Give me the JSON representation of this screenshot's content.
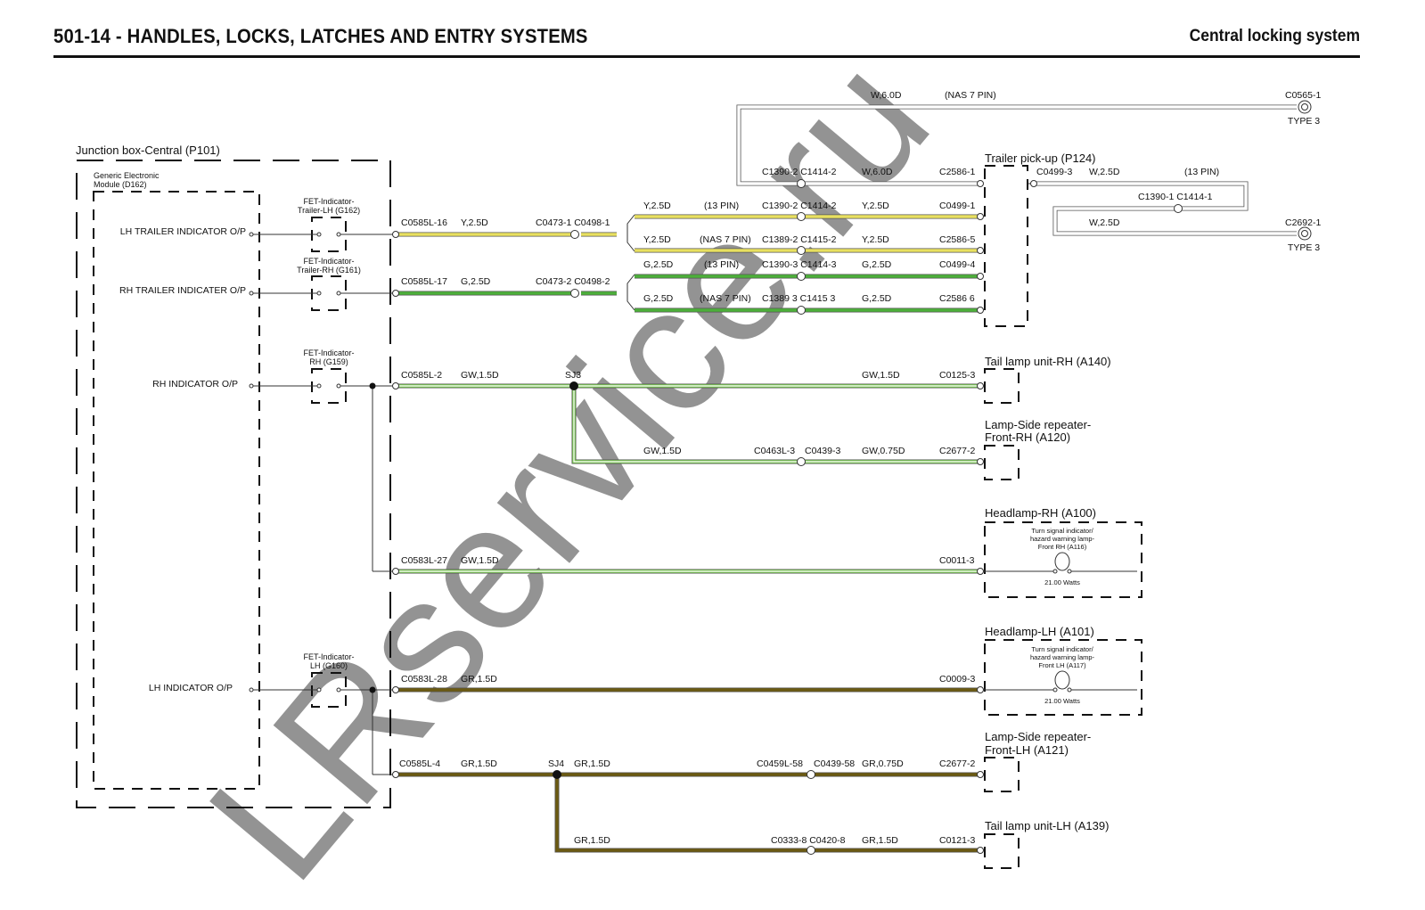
{
  "header": {
    "title": "501-14 - HANDLES, LOCKS, LATCHES AND ENTRY SYSTEMS",
    "section": "Central locking system"
  },
  "watermark": "LRservice.ru",
  "colors": {
    "yellow": "#e8e060",
    "green": "#4caf3a",
    "green_white": "#7ccc55",
    "green_brown": "#6b5a12",
    "white": "#ffffff",
    "outline": "#555555"
  },
  "components": {
    "junction_box": "Junction box-Central (P101)",
    "gem": "Generic Electronic Module (D162)",
    "fet_trailer_lh": "FET-Indicator- Trailer-LH (G162)",
    "fet_trailer_rh": "FET-Indicator- Trailer-RH (G161)",
    "fet_rh": "FET-Indicator- RH (G159)",
    "fet_lh": "FET-Indicator- LH (G160)",
    "pin_lh_trailer": "LH TRAILER INDICATOR O/P",
    "pin_rh_trailer": "RH TRAILER INDICATER O/P",
    "pin_rh": "RH INDICATOR O/P",
    "pin_lh": "LH INDICATOR O/P",
    "trailer_pickup": "Trailer pick-up (P124)",
    "tail_rh": "Tail lamp unit-RH (A140)",
    "repeater_rh": "Lamp-Side repeater- Front-RH (A120)",
    "headlamp_rh": "Headlamp-RH (A100)",
    "bulb_rh": "Turn signal indicator/ hazard warning lamp- Front RH (A116)",
    "bulb_rh_watts": "21.00 Watts",
    "headlamp_lh": "Headlamp-LH (A101)",
    "bulb_lh": "Turn signal indicator/ hazard warning lamp- Front LH (A117)",
    "bulb_lh_watts": "21.00 Watts",
    "repeater_lh": "Lamp-Side repeater- Front-LH (A121)",
    "tail_lh": "Tail lamp unit-LH (A139)",
    "type3_a": "TYPE 3",
    "type3_b": "TYPE 3"
  },
  "labels": [
    {
      "t": "W,6.0D"
    },
    {
      "t": "(NAS 7 PIN)"
    },
    {
      "t": "C0565-1"
    },
    {
      "t": "C1390-2 C1414-2"
    },
    {
      "t": "W,6.0D"
    },
    {
      "t": "C2586-1"
    },
    {
      "t": "C0499-3"
    },
    {
      "t": "W,2.5D"
    },
    {
      "t": "(13 PIN)"
    },
    {
      "t": "C1390-1 C1414-1"
    },
    {
      "t": "W,2.5D"
    },
    {
      "t": "C2692-1"
    },
    {
      "t": "C0585L-16"
    },
    {
      "t": "Y,2.5D"
    },
    {
      "t": "C0473-1 C0498-1"
    },
    {
      "t": "Y,2.5D"
    },
    {
      "t": "(13 PIN)"
    },
    {
      "t": "C1390-2 C1414-2"
    },
    {
      "t": "Y,2.5D"
    },
    {
      "t": "C0499-1"
    },
    {
      "t": "Y,2.5D"
    },
    {
      "t": "(NAS 7 PIN)"
    },
    {
      "t": "C1389-2 C1415-2"
    },
    {
      "t": "Y,2.5D"
    },
    {
      "t": "C2586-5"
    },
    {
      "t": "G,2.5D"
    },
    {
      "t": "(13 PIN)"
    },
    {
      "t": "C1390-3 C1414-3"
    },
    {
      "t": "G,2.5D"
    },
    {
      "t": "C0499-4"
    },
    {
      "t": "C0585L-17"
    },
    {
      "t": "G,2.5D"
    },
    {
      "t": "C0473-2 C0498-2"
    },
    {
      "t": "G,2.5D"
    },
    {
      "t": "(NAS 7 PIN)"
    },
    {
      "t": "C1389 3 C1415 3"
    },
    {
      "t": "G,2.5D"
    },
    {
      "t": "C2586 6"
    },
    {
      "t": "C0585L-2"
    },
    {
      "t": "GW,1.5D"
    },
    {
      "t": "SJ3"
    },
    {
      "t": "GW,1.5D"
    },
    {
      "t": "C0125-3"
    },
    {
      "t": "GW,1.5D"
    },
    {
      "t": "C0463L-3"
    },
    {
      "t": "C0439-3"
    },
    {
      "t": "GW,0.75D"
    },
    {
      "t": "C2677-2"
    },
    {
      "t": "C0583L-27"
    },
    {
      "t": "GW,1.5D"
    },
    {
      "t": "C0011-3"
    },
    {
      "t": "C0583L-28"
    },
    {
      "t": "GR,1.5D"
    },
    {
      "t": "C0009-3"
    },
    {
      "t": "C0585L-4"
    },
    {
      "t": "GR,1.5D"
    },
    {
      "t": "SJ4"
    },
    {
      "t": "GR,1.5D"
    },
    {
      "t": "C0459L-58"
    },
    {
      "t": "C0439-58"
    },
    {
      "t": "GR,0.75D"
    },
    {
      "t": "C2677-2"
    },
    {
      "t": "GR,1.5D"
    },
    {
      "t": "C0333-8 C0420-8"
    },
    {
      "t": "GR,1.5D"
    },
    {
      "t": "C0121-3"
    }
  ]
}
